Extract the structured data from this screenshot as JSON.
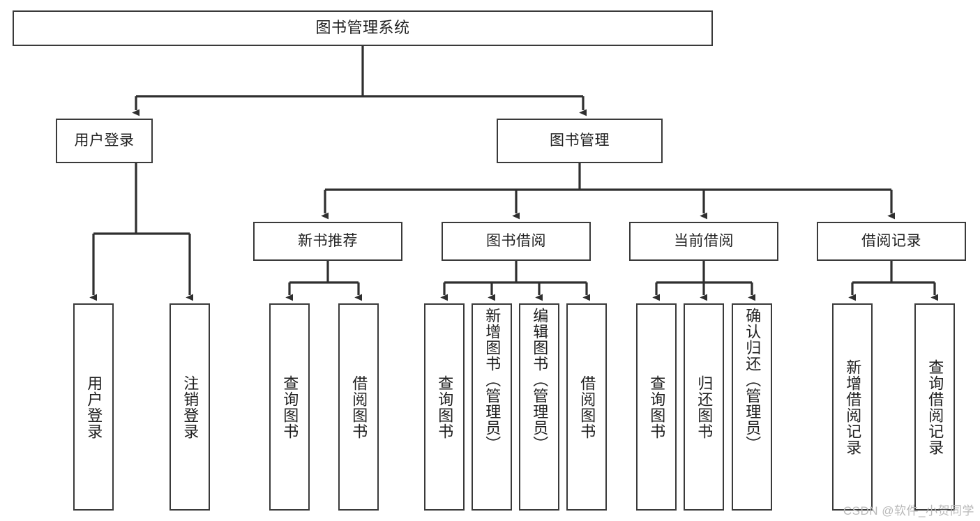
{
  "diagram": {
    "title": "图书管理系统",
    "watermark": "CSDN @软件_小贺同学",
    "colors": {
      "background": "#ffffff",
      "node_border": "#3a3a3a",
      "node_fill": "#ffffff",
      "edge": "#2f2f2f",
      "text": "#1f1f1f",
      "watermark": "#b9b9b9"
    },
    "root": {
      "label": "图书管理系统"
    },
    "level2": [
      {
        "label": "用户登录"
      },
      {
        "label": "图书管理"
      }
    ],
    "level3": [
      {
        "label": "新书推荐"
      },
      {
        "label": "图书借阅"
      },
      {
        "label": "当前借阅"
      },
      {
        "label": "借阅记录"
      }
    ],
    "leaves": {
      "user_login": [
        {
          "label": "用户登录"
        },
        {
          "label": "注销登录"
        }
      ],
      "new_book_recommend": [
        {
          "label": "查询图书"
        },
        {
          "label": "借阅图书"
        }
      ],
      "book_borrow": [
        {
          "label": "查询图书"
        },
        {
          "label": "新增图书（管理员）"
        },
        {
          "label": "编辑图书（管理员）"
        },
        {
          "label": "借阅图书"
        }
      ],
      "current_borrow": [
        {
          "label": "查询图书"
        },
        {
          "label": "归还图书"
        },
        {
          "label": "确认归还（管理员）"
        }
      ],
      "borrow_record": [
        {
          "label": "新增借阅记录"
        },
        {
          "label": "查询借阅记录"
        }
      ]
    }
  }
}
